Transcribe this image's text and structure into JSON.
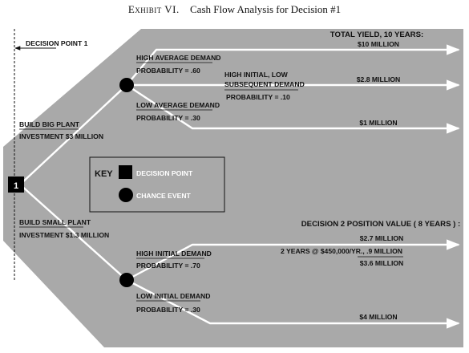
{
  "caption": {
    "exhibit": "Exhibit VI.",
    "title": "Cash Flow Analysis for Decision #1"
  },
  "decision_point_marker": "DECISION POINT 1",
  "node_label": "1",
  "big_plant": {
    "label": "BUILD BIG PLANT",
    "investment": "INVESTMENT $3 MILLION",
    "branches": [
      {
        "demand": "HIGH AVERAGE DEMAND",
        "probability": "PROBABILITY = .60"
      },
      {
        "demand_line1": "HIGH INITIAL, LOW",
        "demand_line2": "SUBSEQUENT DEMAND",
        "probability": "PROBABILITY = .10"
      },
      {
        "demand": "LOW AVERAGE DEMAND",
        "probability": "PROBABILITY = .30"
      }
    ]
  },
  "small_plant": {
    "label": "BUILD SMALL PLANT",
    "investment": "INVESTMENT $1.3 MILLION",
    "branches": [
      {
        "demand": "HIGH INITIAL DEMAND",
        "probability": "PROBABILITY = .70"
      },
      {
        "demand": "LOW INITIAL DEMAND",
        "probability": "PROBABILITY = .30"
      }
    ]
  },
  "yield_header_1": "TOTAL YIELD, 10 YEARS:",
  "outcomes_big": [
    "$10 MILLION",
    "$2.8 MILLION",
    "$1 MILLION"
  ],
  "yield_header_2": "DECISION 2 POSITION VALUE ( 8 YEARS ) :",
  "outcome_small_high": {
    "value": "$2.7 MILLION",
    "extra_label": "2 YEARS @ $450,000/YR.,",
    "extra_value": ".9 MILLION",
    "total": "$3.6 MILLION"
  },
  "outcome_small_low": "$4 MILLION",
  "key": {
    "title": "KEY",
    "decision": "DECISION POINT",
    "chance": "CHANCE EVENT"
  },
  "colors": {
    "background": "#a9a9a9",
    "line": "#ffffff",
    "node": "#000000"
  }
}
